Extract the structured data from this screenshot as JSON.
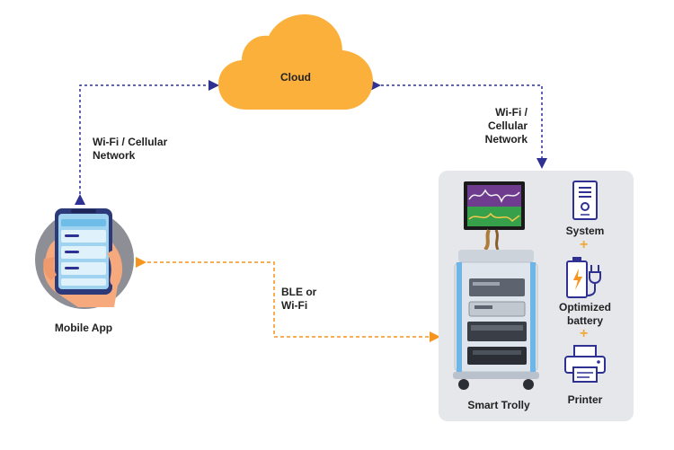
{
  "cloud": {
    "label": "Cloud"
  },
  "links": {
    "app_to_cloud": "Wi-Fi / Cellular\nNetwork",
    "cloud_to_trolly": "Wi-Fi / Cellular\nNetwork",
    "app_to_trolly": "BLE or\nWi-Fi"
  },
  "mobile_app": {
    "label": "Mobile App"
  },
  "trolly": {
    "label": "Smart Trolly"
  },
  "components": [
    {
      "label": "System",
      "icon": "system-tower-icon"
    },
    {
      "label": "Optimized\nbattery",
      "icon": "battery-plug-icon"
    },
    {
      "label": "Printer",
      "icon": "printer-icon"
    }
  ],
  "colors": {
    "cloud": "#fbb03b",
    "network_link": "#2e3192",
    "local_link": "#f7941d",
    "icon_stroke": "#2e3192",
    "panel": "#e6e7ea"
  }
}
